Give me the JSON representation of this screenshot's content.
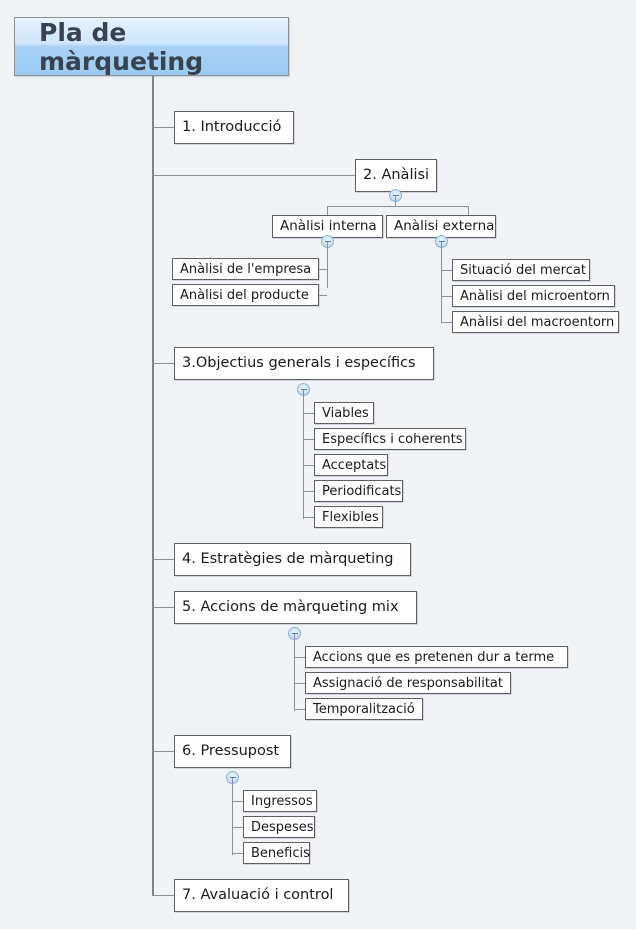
{
  "diagram": {
    "type": "mind-map",
    "title": "Pla de màrqueting",
    "background_color": "#f1f3f6",
    "root_color_top": "#e8f3fd",
    "root_color_bottom": "#9ccbf3",
    "node_border_color": "#5c5f66",
    "connector_color": "#8a8f98",
    "toggle_icon": "collapse-minus-icon"
  },
  "root": {
    "label": "Pla de màrqueting"
  },
  "branches": [
    {
      "label": "1. Introducció",
      "children": []
    },
    {
      "label": "2. Anàlisi",
      "children": [
        {
          "label": "Anàlisi interna",
          "children": [
            {
              "label": "Anàlisi de l'empresa"
            },
            {
              "label": "Anàlisi del producte"
            }
          ]
        },
        {
          "label": "Anàlisi externa",
          "children": [
            {
              "label": "Situació del mercat"
            },
            {
              "label": "Anàlisi del microentorn"
            },
            {
              "label": "Anàlisi del macroentorn"
            }
          ]
        }
      ]
    },
    {
      "label": "3.Objectius generals i específics",
      "children": [
        {
          "label": "Viables"
        },
        {
          "label": "Específics i coherents"
        },
        {
          "label": "Acceptats"
        },
        {
          "label": "Periodificats"
        },
        {
          "label": "Flexibles"
        }
      ]
    },
    {
      "label": "4. Estratègies de màrqueting",
      "children": []
    },
    {
      "label": "5. Accions de màrqueting mix",
      "children": [
        {
          "label": "Accions que es pretenen dur a terme"
        },
        {
          "label": "Assignació de responsabilitat"
        },
        {
          "label": "Temporalització"
        }
      ]
    },
    {
      "label": "6. Pressupost",
      "children": [
        {
          "label": "Ingressos"
        },
        {
          "label": "Despeses"
        },
        {
          "label": "Beneficis"
        }
      ]
    },
    {
      "label": "7. Avaluació i control",
      "children": []
    }
  ]
}
